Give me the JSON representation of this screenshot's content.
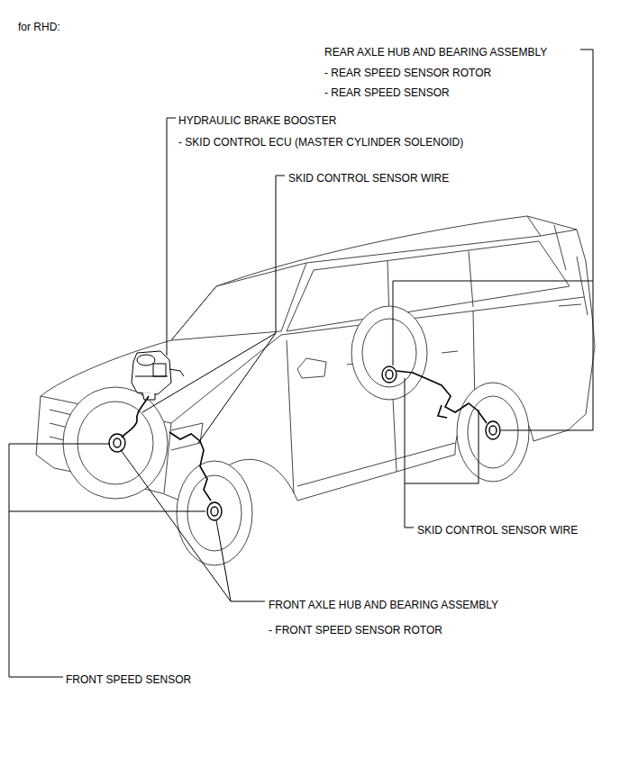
{
  "diagram": {
    "labels": [
      "for RHD:",
      "REAR AXLE HUB AND BEARING ASSEMBLY",
      "- REAR SPEED SENSOR ROTOR",
      "- REAR SPEED SENSOR",
      "HYDRAULIC BRAKE BOOSTER",
      "- SKID CONTROL ECU (MASTER CYLINDER SOLENOID)",
      "SKID CONTROL SENSOR WIRE",
      "SKID CONTROL SENSOR WIRE",
      "FRONT AXLE HUB AND BEARING ASSEMBLY",
      "- FRONT SPEED SENSOR ROTOR",
      "FRONT SPEED SENSOR"
    ]
  }
}
